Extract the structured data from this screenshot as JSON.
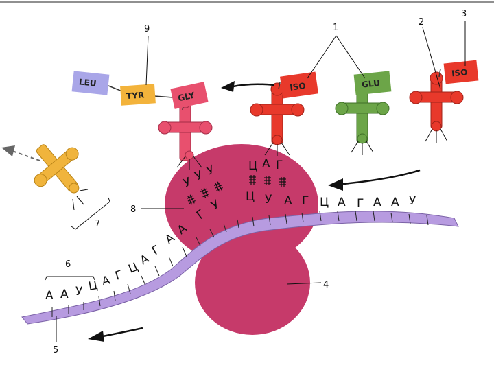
{
  "labels": {
    "n1": "1",
    "n2": "2",
    "n3": "3",
    "n4": "4",
    "n5": "5",
    "n6": "6",
    "n7": "7",
    "n8": "8",
    "n9": "9"
  },
  "amino_acids": {
    "leu": "LEU",
    "tyr": "TYR",
    "gly": "GLY",
    "iso_a": "ISO",
    "glu": "GLU",
    "iso_b": "ISO"
  },
  "mrna_letters": [
    "А",
    "А",
    "У",
    "Ц",
    "А",
    "Г",
    "Ц",
    "А",
    "Г",
    "А",
    "А",
    "Г",
    "У",
    "Ц",
    "У",
    "А",
    "Г",
    "Ц",
    "А",
    "Г",
    "А",
    "А",
    "У"
  ],
  "anticodons": {
    "gly": [
      "У",
      "У",
      "У"
    ],
    "iso": [
      "Ц",
      "А",
      "Г"
    ]
  },
  "colors": {
    "mrna": "#b79be0",
    "ribosome": "#c63a6a",
    "leu": "#a9a6e8",
    "tyr": "#f3b33b",
    "gly": "#e8506e",
    "iso": "#e8392b",
    "glu": "#6ca548",
    "trna_exit": "#f0b43c"
  }
}
